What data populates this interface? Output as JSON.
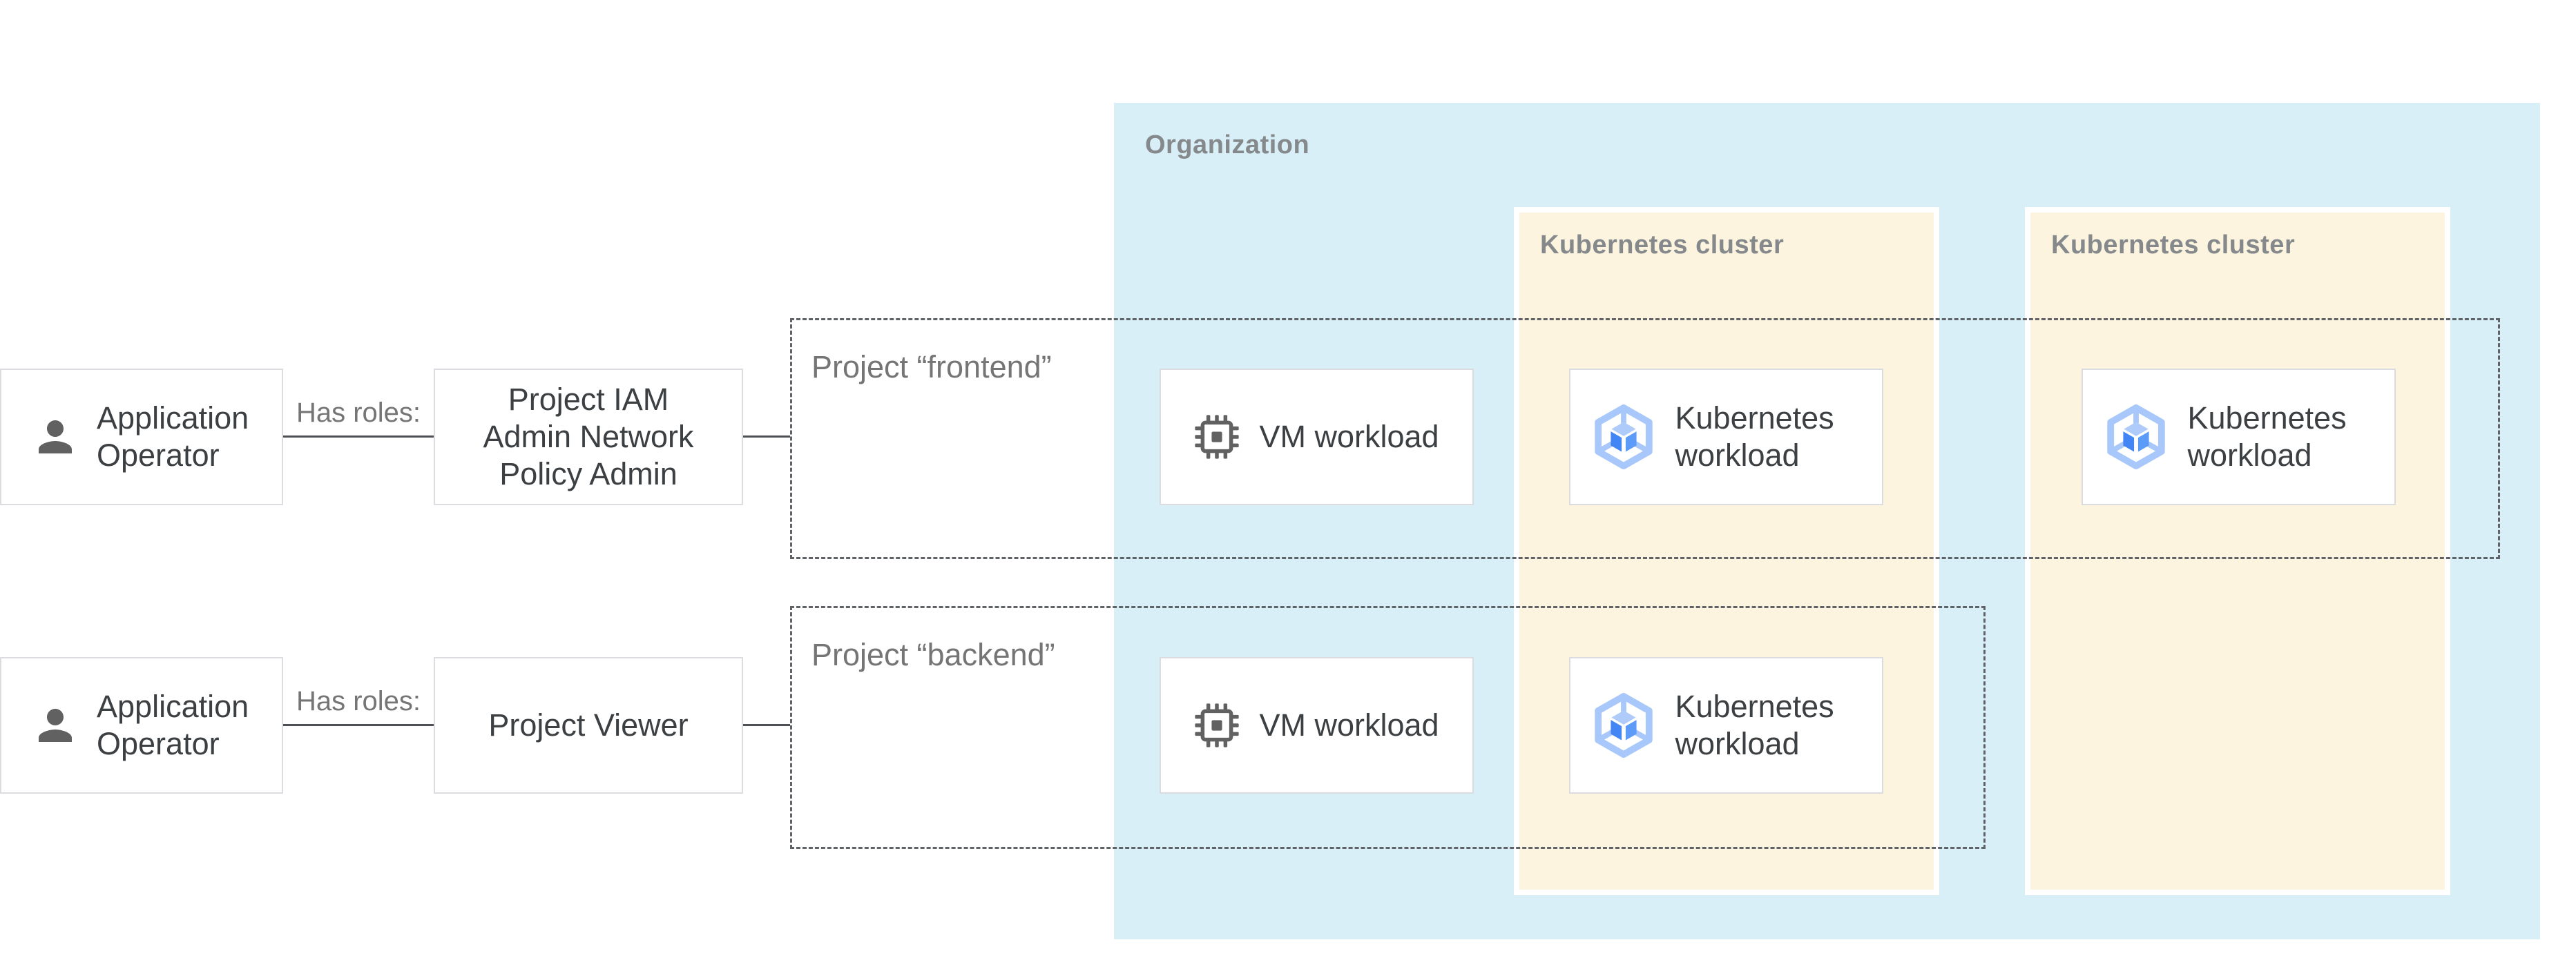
{
  "palette": {
    "organization_fill": "#D8EFF8",
    "cluster_fill": "#FCF4DE",
    "container_label_gray": "#85898C",
    "muted_text_gray": "#757575",
    "dark_text": "#3C4043",
    "box_border_gray": "#DADCE0",
    "dashed_border_gray": "#5F6368",
    "connector_gray": "#4D5156",
    "icon_gray": "#616161",
    "gke_ring_blue": "#A8C7FA",
    "gke_cube_left_blue": "#4285F4",
    "gke_cube_right_blue": "#5C9CF8",
    "gke_cube_top_blue": "#AECBFA"
  },
  "organization": {
    "label": "Organization"
  },
  "clusters": {
    "left": {
      "label": "Kubernetes cluster"
    },
    "right": {
      "label": "Kubernetes cluster"
    }
  },
  "projects": {
    "frontend": {
      "label": "Project “frontend”"
    },
    "backend": {
      "label": "Project “backend”"
    }
  },
  "rows": {
    "frontend": {
      "actor": "Application Operator",
      "relation": "Has roles:",
      "role": "Project IAM Admin Network Policy Admin"
    },
    "backend": {
      "actor": "Application Operator",
      "relation": "Has roles:",
      "role": "Project Viewer"
    }
  },
  "workloads": {
    "vm_frontend": "VM workload",
    "k8s_frontend_cluster1": "Kubernetes workload",
    "k8s_frontend_cluster2": "Kubernetes workload",
    "vm_backend": "VM workload",
    "k8s_backend_cluster1": "Kubernetes workload"
  },
  "icons": {
    "person": "person-icon",
    "vm": "chip-icon",
    "kubernetes": "gke-hexagon-icon"
  }
}
